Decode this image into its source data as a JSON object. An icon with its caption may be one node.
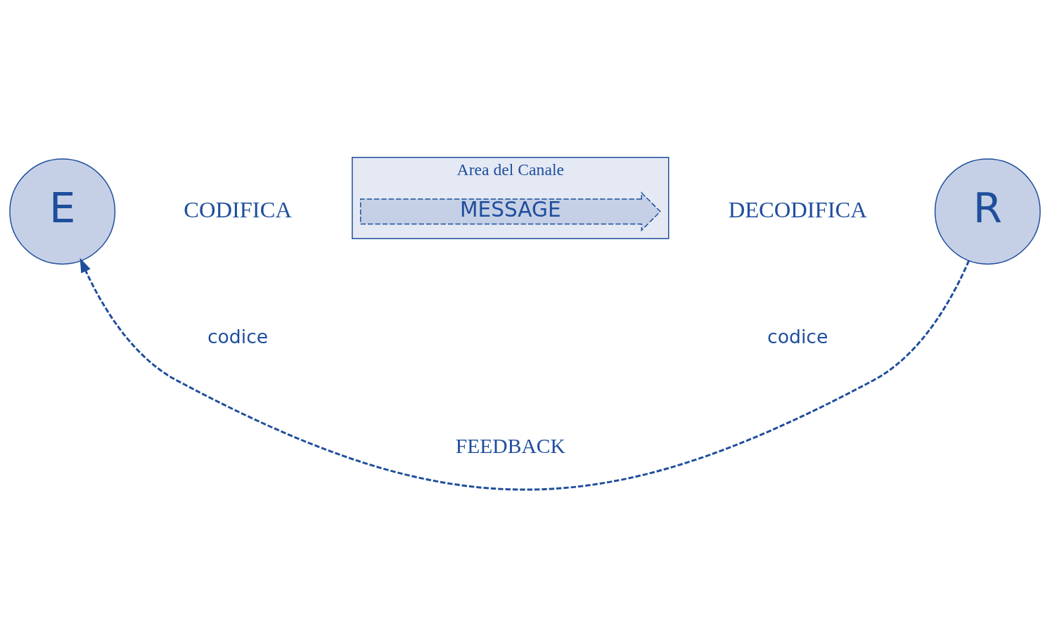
{
  "diagram": {
    "nodes": [
      {
        "text": [
          "E"
        ]
      },
      {
        "text": [
          "Area del Canale"
        ]
      },
      {
        "text": [
          "MESSAGE"
        ],
        "in": 1
      },
      {
        "text": [
          "R"
        ]
      }
    ],
    "edges": [
      {
        "from": 3,
        "to": 0,
        "arrow": "to",
        "style": "dashed",
        "label": "FEEDBACK"
      }
    ],
    "labels": [
      "CODIFICA",
      "DECODIFICA",
      "codice",
      "codice"
    ]
  }
}
